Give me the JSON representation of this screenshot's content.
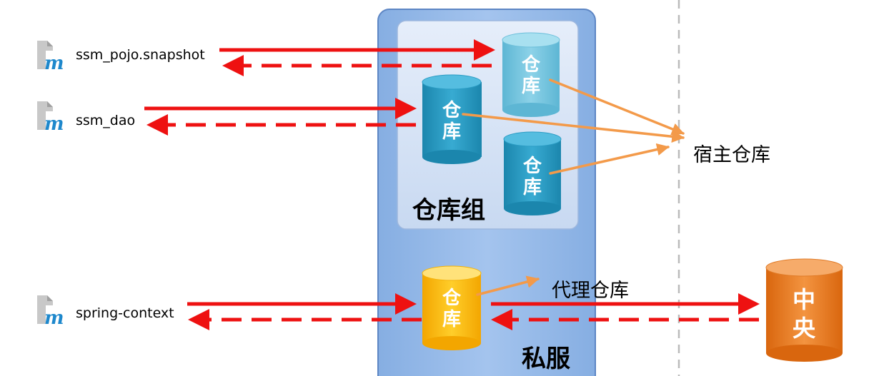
{
  "projects": [
    {
      "id": "pojo",
      "label": "ssm_pojo.snapshot",
      "icon": "maven-file-icon"
    },
    {
      "id": "dao",
      "label": "ssm_dao",
      "icon": "maven-file-icon"
    },
    {
      "id": "context",
      "label": "spring-context",
      "icon": "maven-file-icon"
    }
  ],
  "repo_chars": [
    "仓",
    "库"
  ],
  "central_chars": [
    "中",
    "央"
  ],
  "labels": {
    "host_repo": "宿主仓库",
    "proxy_repo": "代理仓库",
    "repo_group": "仓库组",
    "private_server": "私服"
  },
  "colors": {
    "arrow_red": "#ee1111",
    "arrow_orange": "#f39a4a",
    "outer_box": "#9cc0ec",
    "inner_box": "#d3e2f5",
    "repo_light": "#7ec8e0",
    "repo_dark": "#2a9cc4",
    "repo_proxy": "#ffc20e",
    "central": "#ee7d22",
    "divider": "#bbbbbb"
  }
}
